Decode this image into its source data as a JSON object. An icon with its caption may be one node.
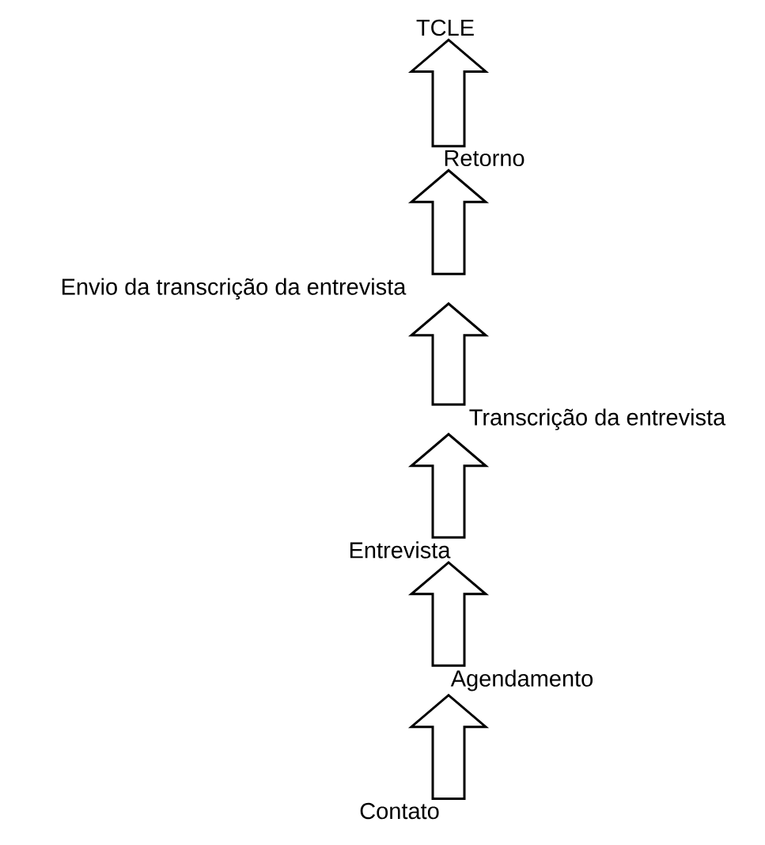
{
  "diagram": {
    "nodes": [
      {
        "text": [
          "TCLE"
        ]
      },
      {
        "text": [
          "Retorno"
        ]
      },
      {
        "text": [
          "Envio da transcrição da entrevista"
        ]
      },
      {
        "text": [
          "Transcrição da entrevista"
        ]
      },
      {
        "text": [
          "Entrevista"
        ]
      },
      {
        "text": [
          "Agendamento"
        ]
      },
      {
        "text": [
          "Contato"
        ]
      }
    ],
    "edges": [
      {
        "from": 6,
        "to": 5,
        "arrow": "to"
      },
      {
        "from": 5,
        "to": 4,
        "arrow": "to"
      },
      {
        "from": 4,
        "to": 3,
        "arrow": "to"
      },
      {
        "from": 3,
        "to": 2,
        "arrow": "to"
      },
      {
        "from": 2,
        "to": 1,
        "arrow": "to"
      },
      {
        "from": 1,
        "to": 0,
        "arrow": "to"
      }
    ]
  }
}
